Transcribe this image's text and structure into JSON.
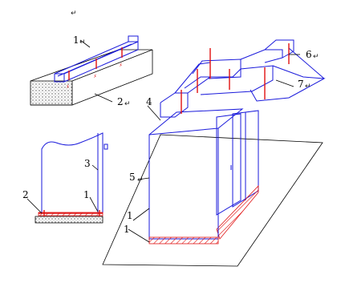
{
  "paragraph_marks": [
    "↵",
    "↵",
    "↵",
    "↵",
    "↵",
    "↵",
    "↵",
    "↵"
  ],
  "labels": {
    "top_rail_1": "1",
    "top_base_2": "2",
    "left_3": "3",
    "left_2": "2",
    "left_1": "1",
    "main_4": "4",
    "main_5": "5",
    "main_1": "1",
    "main_6": "6",
    "main_7": "7"
  },
  "colors": {
    "outline": "#1a1adb",
    "anchor": "#e01010",
    "leader": "#000000"
  }
}
